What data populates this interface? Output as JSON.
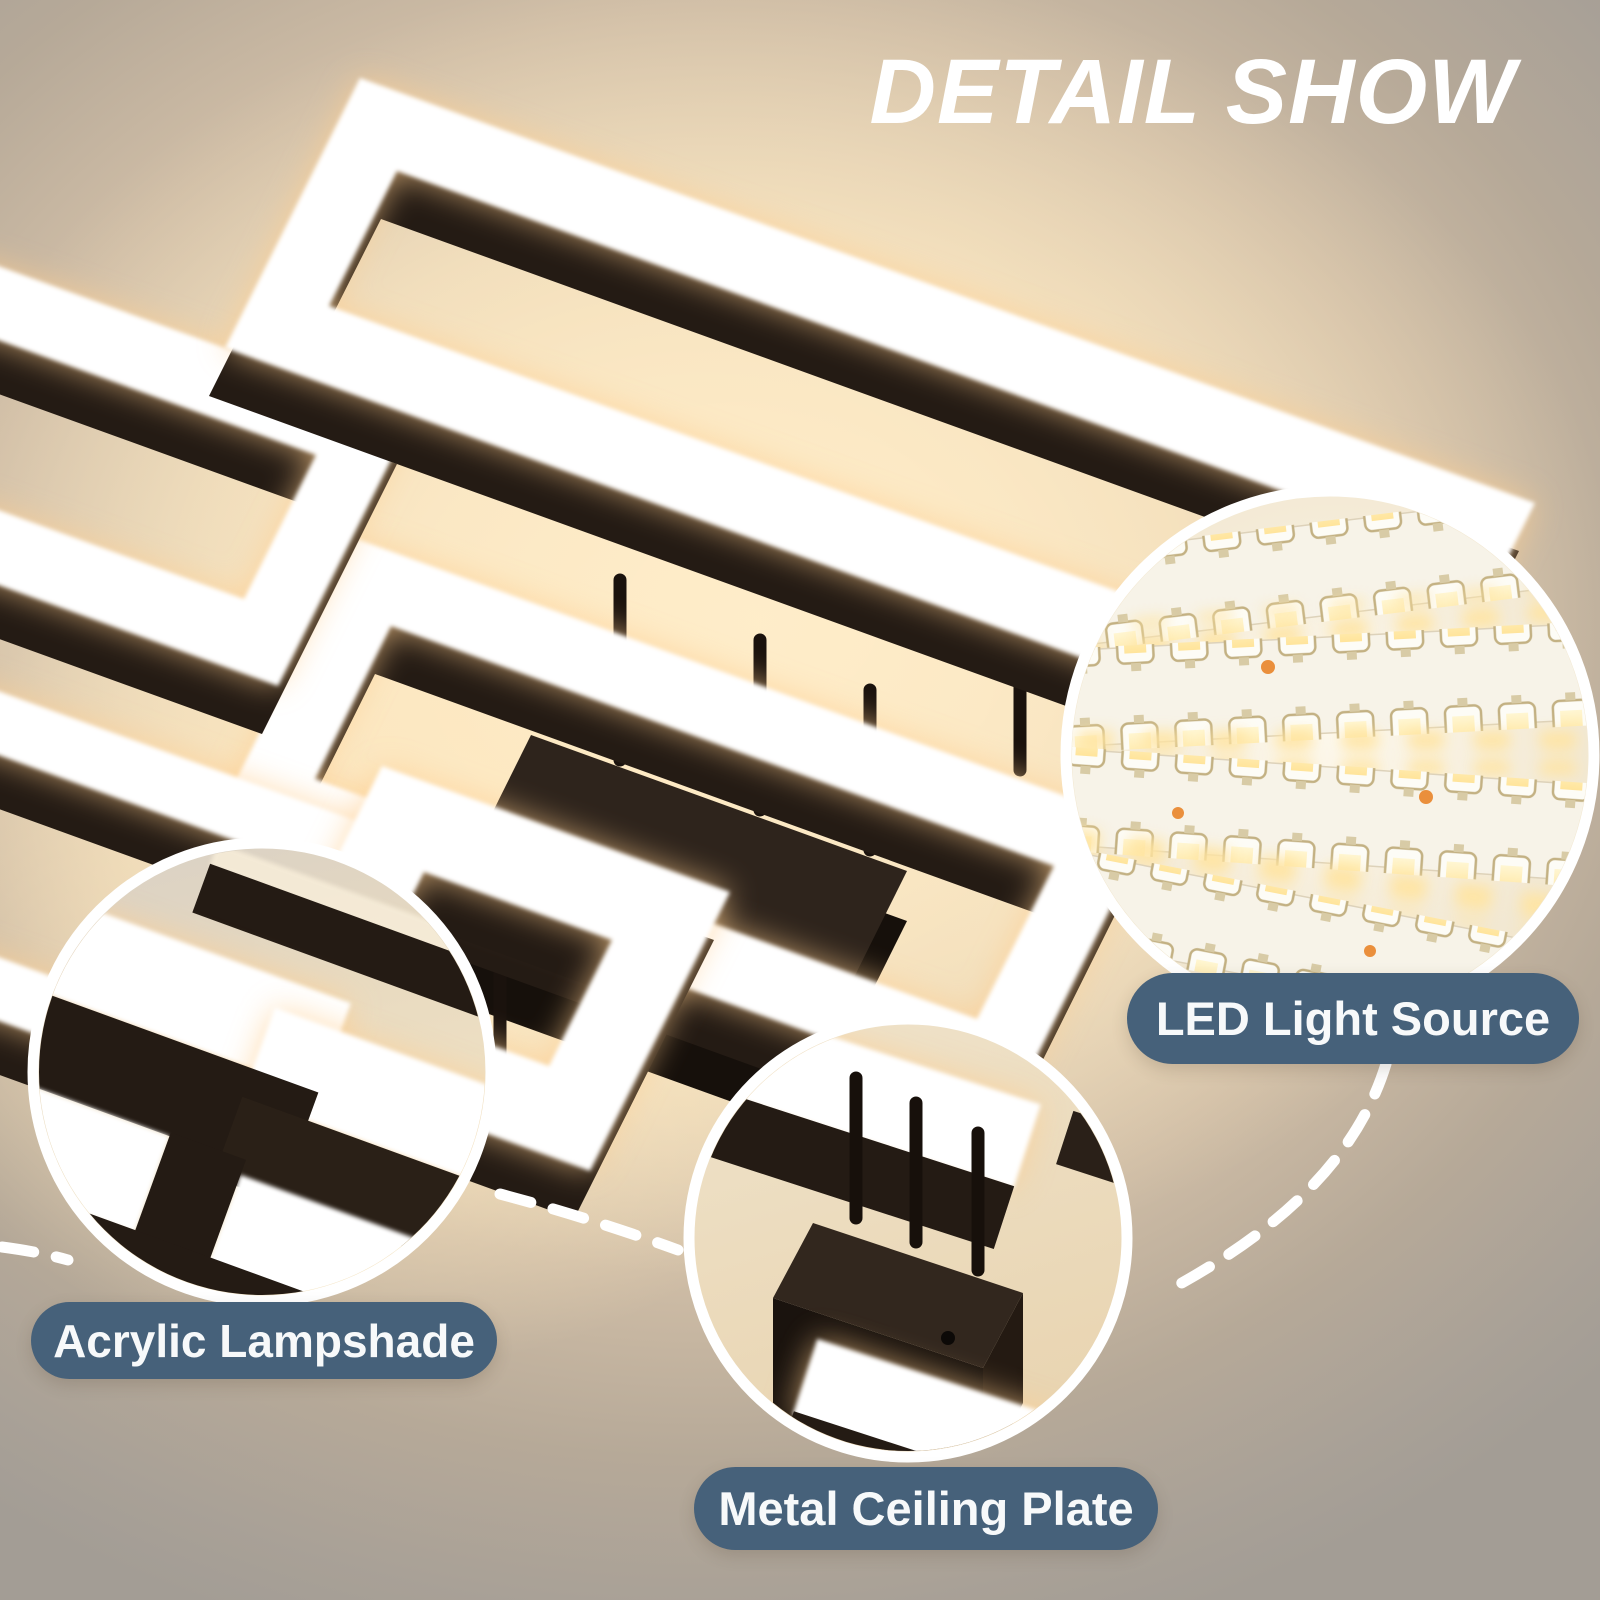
{
  "title": "DETAIL SHOW",
  "callouts": [
    {
      "id": "led",
      "label": "LED Light Source"
    },
    {
      "id": "acrylic",
      "label": "Acrylic Lampshade"
    },
    {
      "id": "metal",
      "label": "Metal Ceiling Plate"
    }
  ],
  "colors": {
    "title_text": "#ffffff",
    "label_pill": "#46617a",
    "label_text": "#f7f9fa",
    "background_warm": "#f6e8ce",
    "background_edge": "#a89f95",
    "lamp_frame_dark": "#241b14",
    "lamp_light": "#ffffff",
    "lamp_halo": "#ffce8e",
    "led_chip": "#ffe9a4",
    "connector_dash": "#ffffff"
  }
}
